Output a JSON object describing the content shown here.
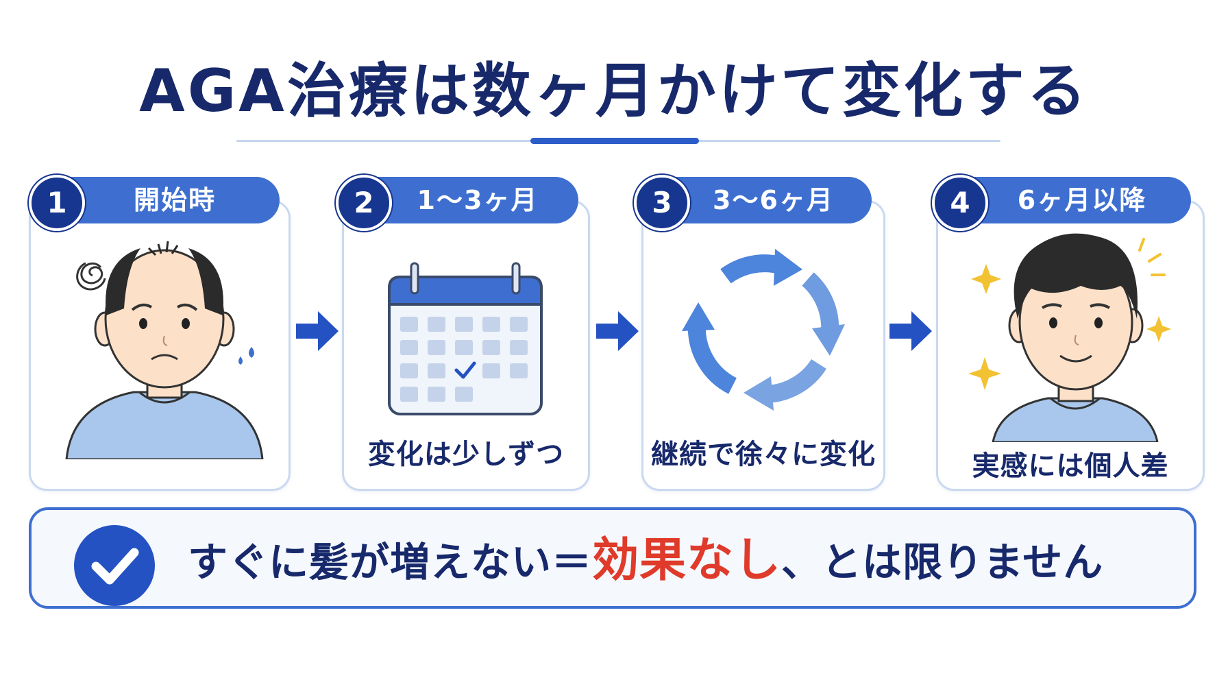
{
  "title": "AGA治療は数ヶ月かけて変化する",
  "steps": [
    {
      "number": "1",
      "label": "開始時",
      "caption": ""
    },
    {
      "number": "2",
      "label": "1〜3ヶ月",
      "caption": "変化は少しずつ"
    },
    {
      "number": "3",
      "label": "3〜6ヶ月",
      "caption": "継続で徐々に変化"
    },
    {
      "number": "4",
      "label": "6ヶ月以降",
      "caption": "実感には個人差"
    }
  ],
  "message": {
    "before": "すぐに髪が増えない＝",
    "highlight": "効果なし",
    "after": "、とは限りません"
  },
  "colors": {
    "navy": "#17296b",
    "accent_blue": "#3e6fd0",
    "badge_blue": "#17368f",
    "highlight_red": "#e03a2a",
    "card_border": "#c9d9f0"
  },
  "icons": [
    "confused-face-icon",
    "calendar-check-icon",
    "cycle-arrows-icon",
    "happy-face-icon",
    "checkmark-icon",
    "right-arrow-icon"
  ]
}
